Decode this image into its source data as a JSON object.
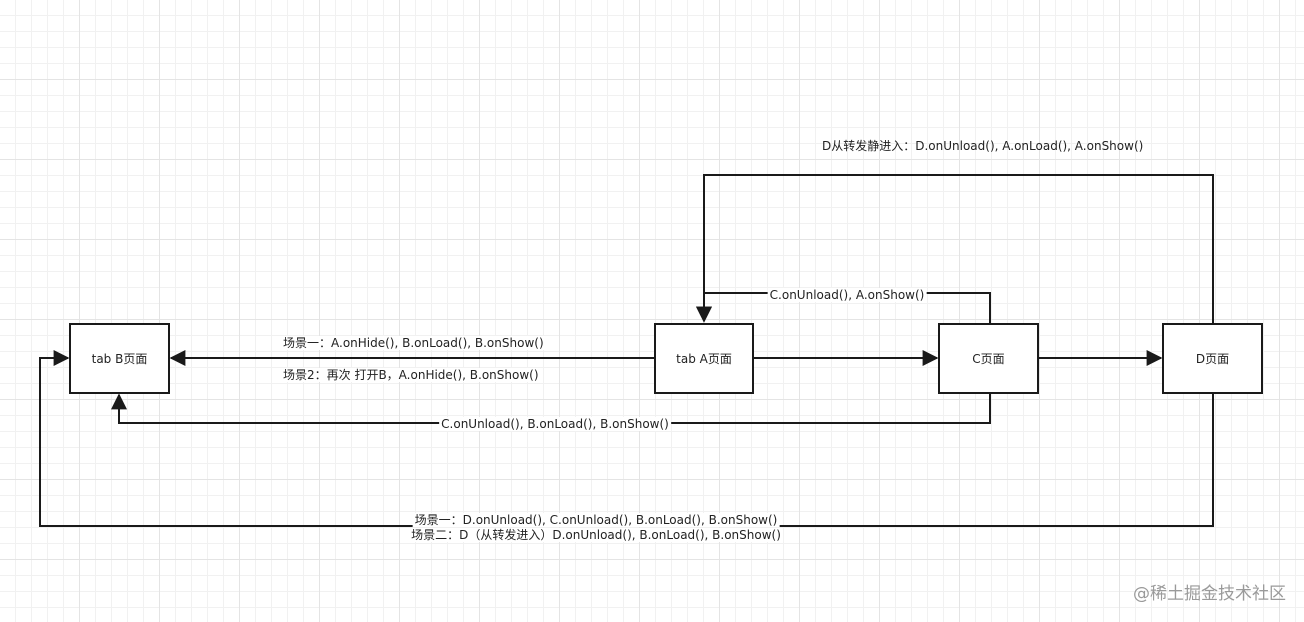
{
  "nodes": {
    "tab_b": "tab B页面",
    "tab_a": "tab A页面",
    "c": "C页面",
    "d": "D页面"
  },
  "edges": {
    "a_to_b_scene1": "场景一：A.onHide(), B.onLoad(), B.onShow()",
    "a_to_b_scene2": "场景2：再次 打开B，A.onHide(), B.onShow()",
    "c_to_b": "C.onUnload(), B.onLoad(), B.onShow()",
    "c_to_a": "C.onUnload(), A.onShow()",
    "d_to_a": "D从转发静进入：D.onUnload(), A.onLoad(), A.onShow()",
    "d_to_b_scene1": "场景一：D.onUnload(), C.onUnload(), B.onLoad(), B.onShow()",
    "d_to_b_scene2": "场景二：D（从转发进入）D.onUnload(), B.onLoad(), B.onShow()"
  },
  "watermark": "@稀土掘金技术社区",
  "colors": {
    "line": "#1a1a1a",
    "grid": "#e4e4e4",
    "watermark": "#9a9a9a"
  }
}
